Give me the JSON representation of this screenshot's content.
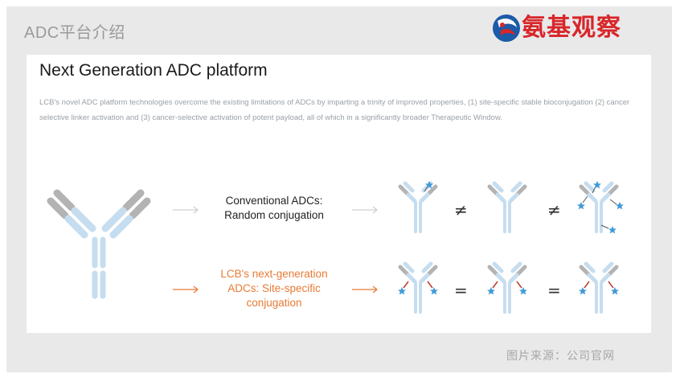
{
  "slide": {
    "title": "ADC平台介绍",
    "source": "图片来源：公司官网"
  },
  "logo": {
    "text": "氨基观察",
    "brand_color": "#d8262a"
  },
  "panel": {
    "heading": "Next Generation ADC platform",
    "description": "LCB's novel ADC platform technologies overcome the existing limitations of ADCs by imparting a trinity of improved properties, (1) site-specific stable bioconjugation (2) cancer selective linker activation and (3) cancer-selective activation of potent payload, all of which in a significantly broader Therapeutic Window."
  },
  "rows": [
    {
      "label_line1": "Conventional ADCs:",
      "label_line2": "Random conjugation",
      "relation_1": "≠",
      "relation_2": "≠"
    },
    {
      "label_line1": "LCB's next-generation",
      "label_line2": "ADCs: Site-specific",
      "label_line3": "conjugation",
      "relation_1": "=",
      "relation_2": "="
    }
  ],
  "colors": {
    "antibody_light": "#c5ddef",
    "antibody_gray": "#b3b3b3",
    "payload_star": "#3f9ad6",
    "linker_red": "#c0392b",
    "arrow_gray": "#cfcfcf",
    "arrow_orange": "#e97a34",
    "text_orange": "#e97a34"
  },
  "icons": [
    "antibody-icon",
    "payload-star-icon",
    "arrow-right-icon",
    "not-equal-icon",
    "equal-icon"
  ]
}
